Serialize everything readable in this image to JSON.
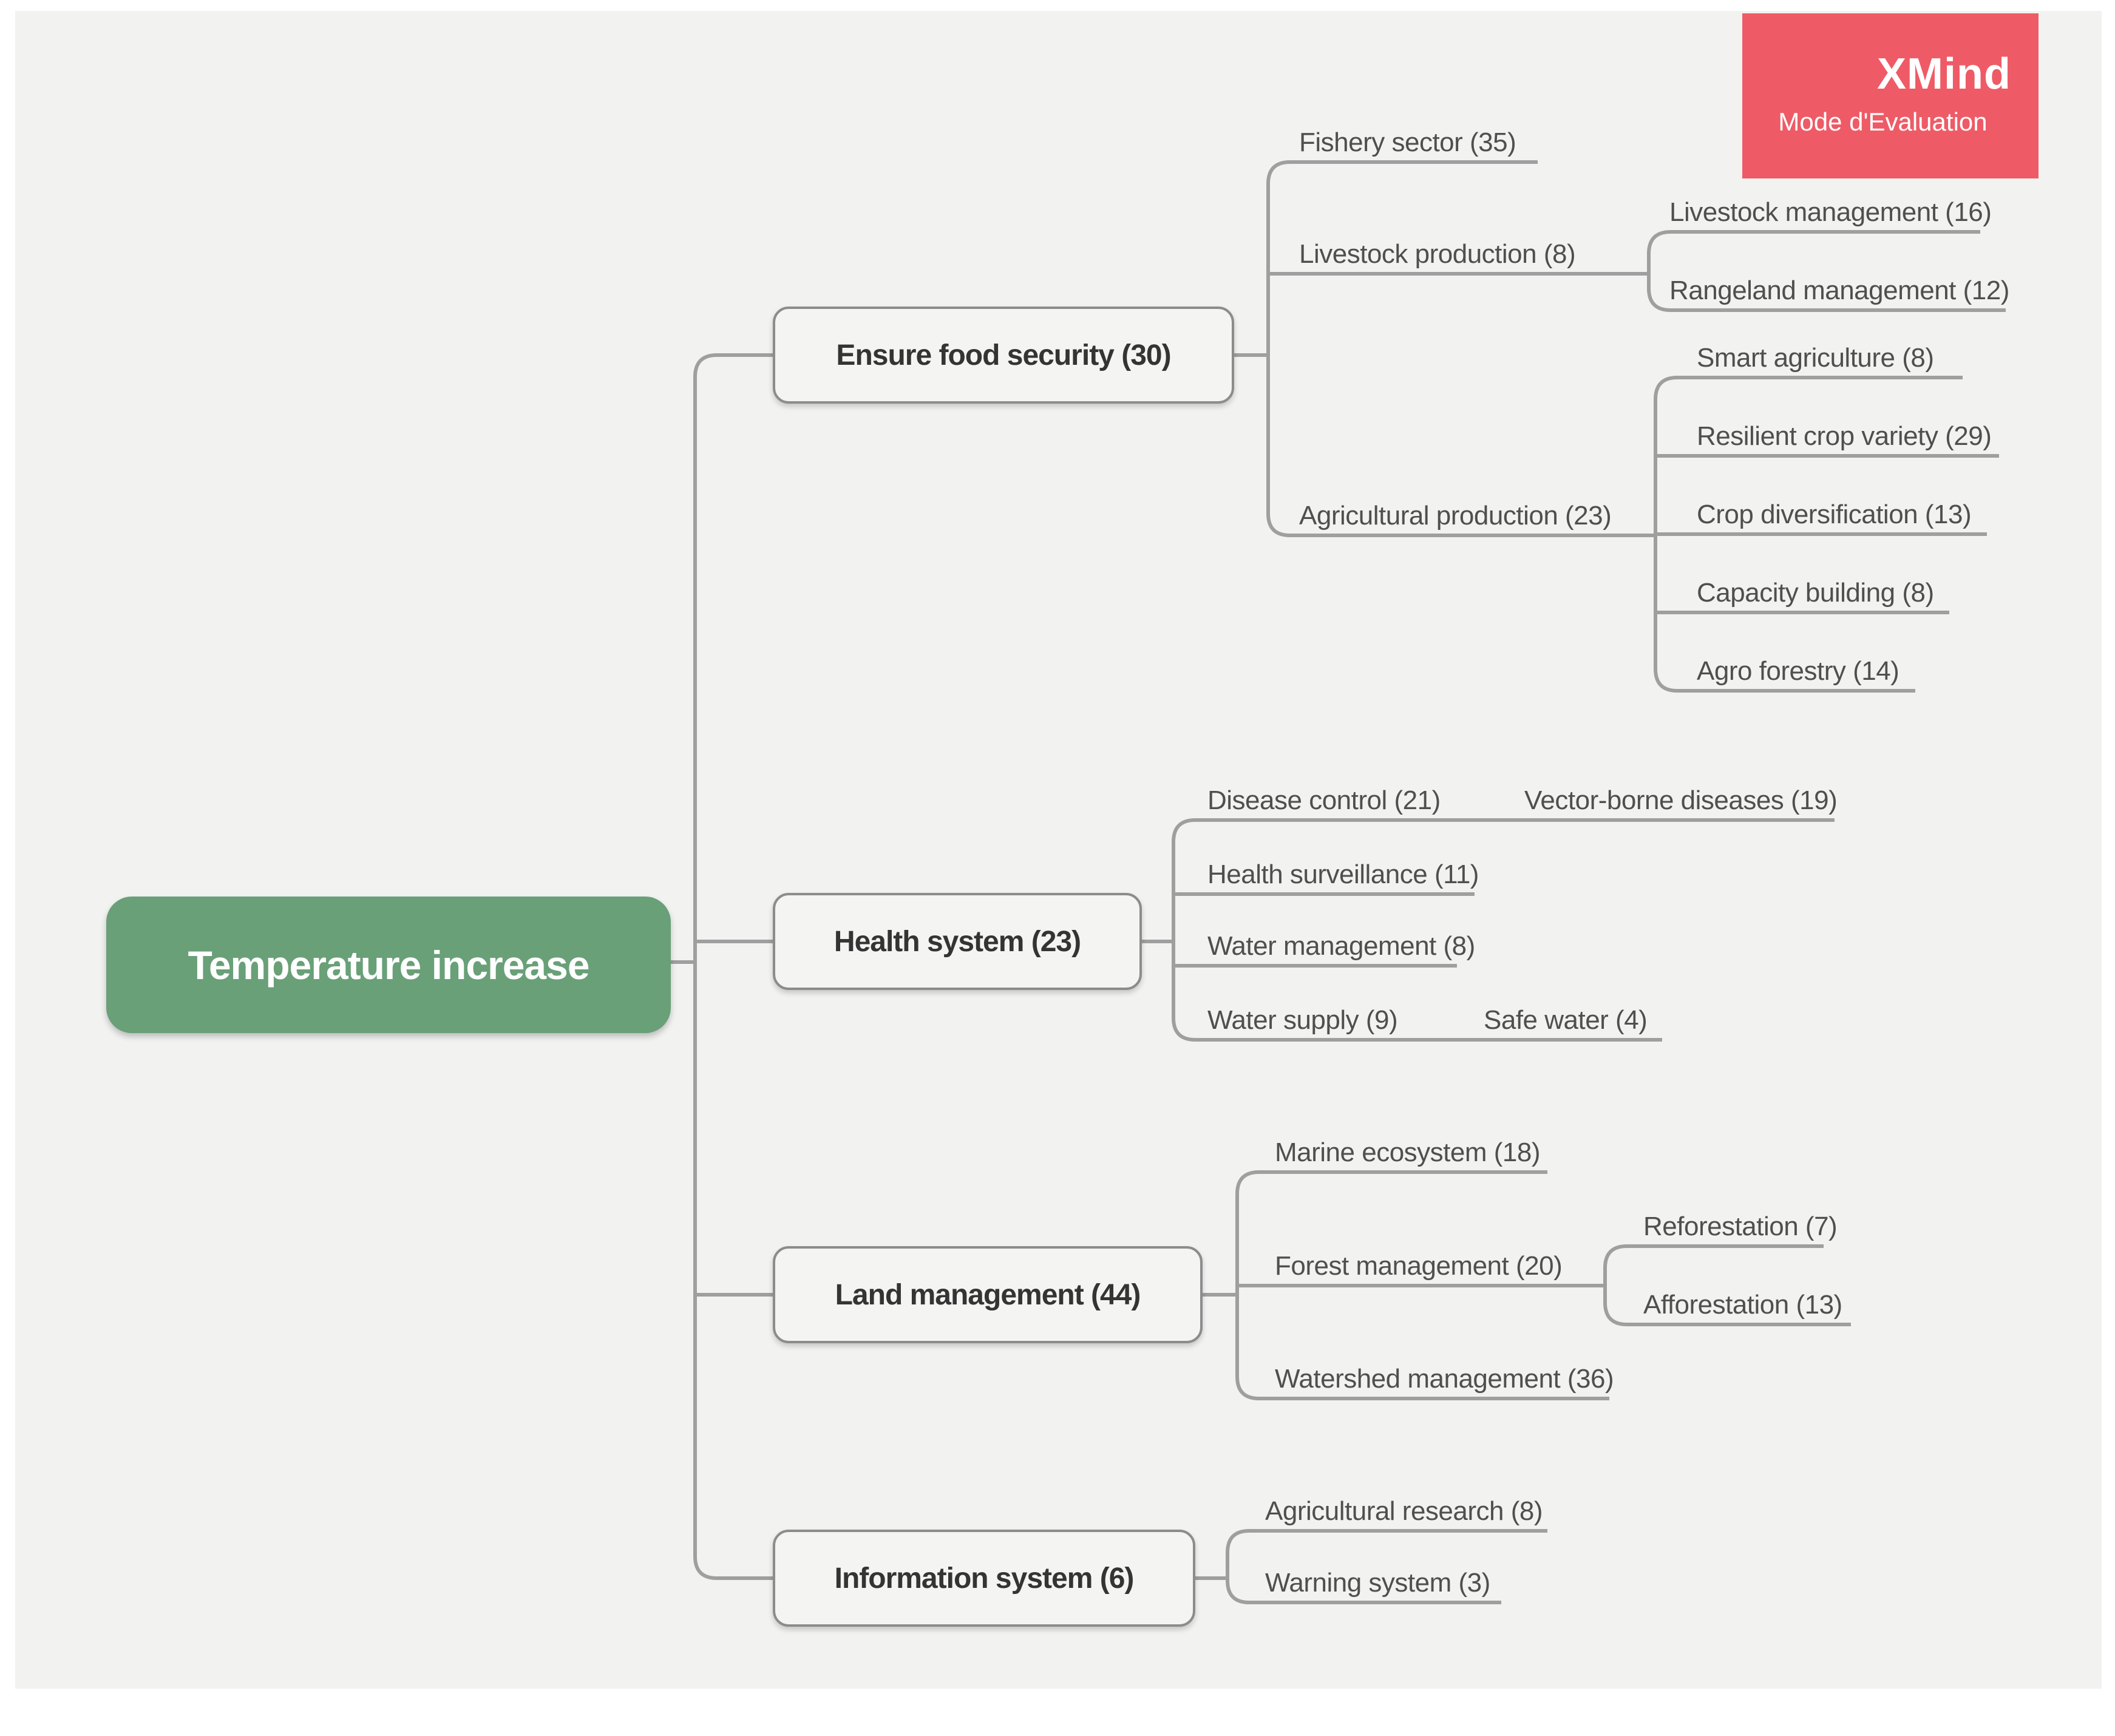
{
  "badge": {
    "title": "XMind",
    "subtitle": "Mode d'Evaluation",
    "color": "#ee5b66"
  },
  "colors": {
    "canvas_background": "#f2f2f1",
    "page_margin": "#ffffff",
    "root_fill": "#69a078",
    "root_text": "#ffffff",
    "topic_border": "#8c8c8c",
    "topic_text": "#343434",
    "subtopic_text": "#4f4f4f",
    "connector": "#9f9f9f"
  },
  "tree": {
    "root": {
      "label": "Temperature increase"
    },
    "branches": [
      {
        "label": "Ensure food security (30)",
        "children": [
          {
            "label": "Fishery sector (35)"
          },
          {
            "label": "Livestock production (8)",
            "children": [
              {
                "label": "Livestock management (16)"
              },
              {
                "label": "Rangeland management (12)"
              }
            ]
          },
          {
            "label": "Agricultural production (23)",
            "children": [
              {
                "label": "Smart agriculture (8)"
              },
              {
                "label": "Resilient crop variety (29)"
              },
              {
                "label": "Crop diversification (13)"
              },
              {
                "label": "Capacity building (8)"
              },
              {
                "label": "Agro forestry (14)"
              }
            ]
          }
        ]
      },
      {
        "label": "Health system (23)",
        "children": [
          {
            "label": "Disease control (21)",
            "children": [
              {
                "label": "Vector-borne diseases (19)"
              }
            ]
          },
          {
            "label": "Health surveillance (11)"
          },
          {
            "label": "Water management (8)"
          },
          {
            "label": "Water supply (9)",
            "children": [
              {
                "label": "Safe water (4)"
              }
            ]
          }
        ]
      },
      {
        "label": "Land management (44)",
        "children": [
          {
            "label": "Marine ecosystem (18)"
          },
          {
            "label": "Forest management (20)",
            "children": [
              {
                "label": "Reforestation (7)"
              },
              {
                "label": "Afforestation (13)"
              }
            ]
          },
          {
            "label": "Watershed management (36)"
          }
        ]
      },
      {
        "label": "Information system (6)",
        "children": [
          {
            "label": "Agricultural research (8)"
          },
          {
            "label": "Warning system (3)"
          }
        ]
      }
    ]
  }
}
